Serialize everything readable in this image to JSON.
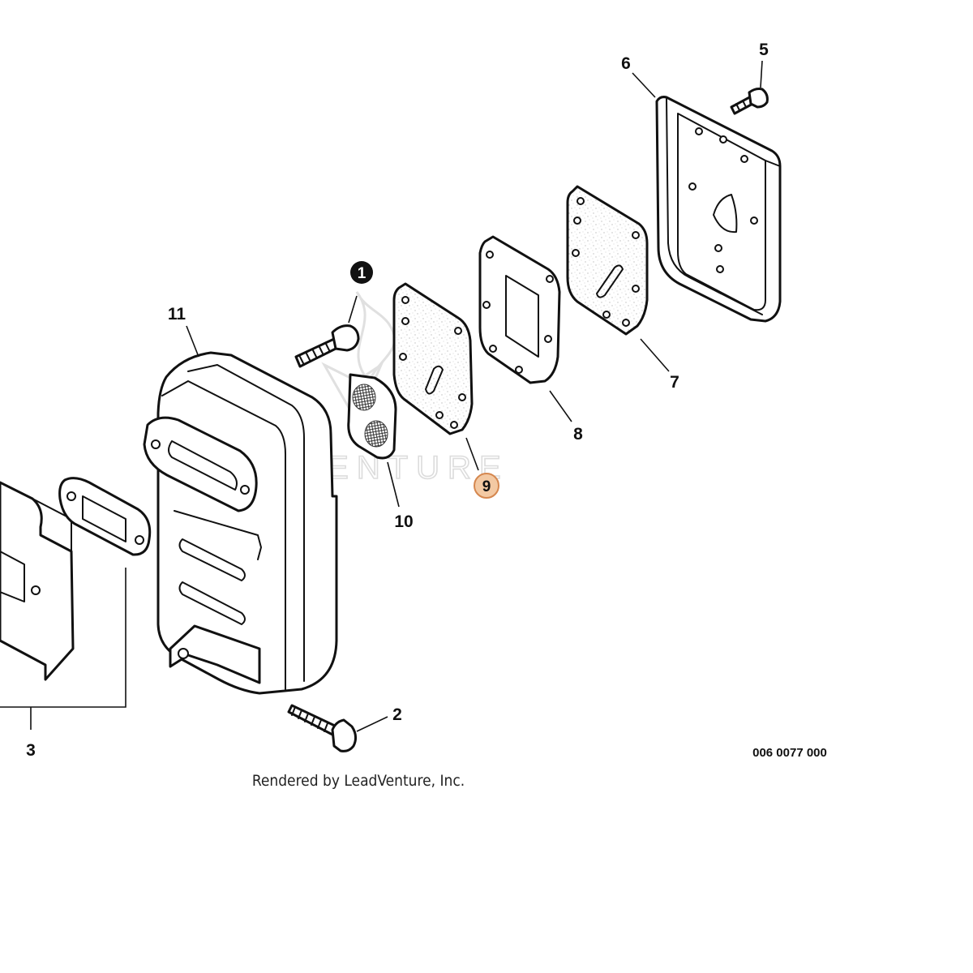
{
  "diagram": {
    "callouts": {
      "c1": "1",
      "c2": "2",
      "c3": "3",
      "c5": "5",
      "c6": "6",
      "c7": "7",
      "c8": "8",
      "c9": "9",
      "c10": "10",
      "c11": "11"
    },
    "highlighted_callout": "9",
    "part_code": "006 0077 000",
    "credit": "Rendered by LeadVenture, Inc.",
    "watermark": "LEADVENTURE"
  }
}
